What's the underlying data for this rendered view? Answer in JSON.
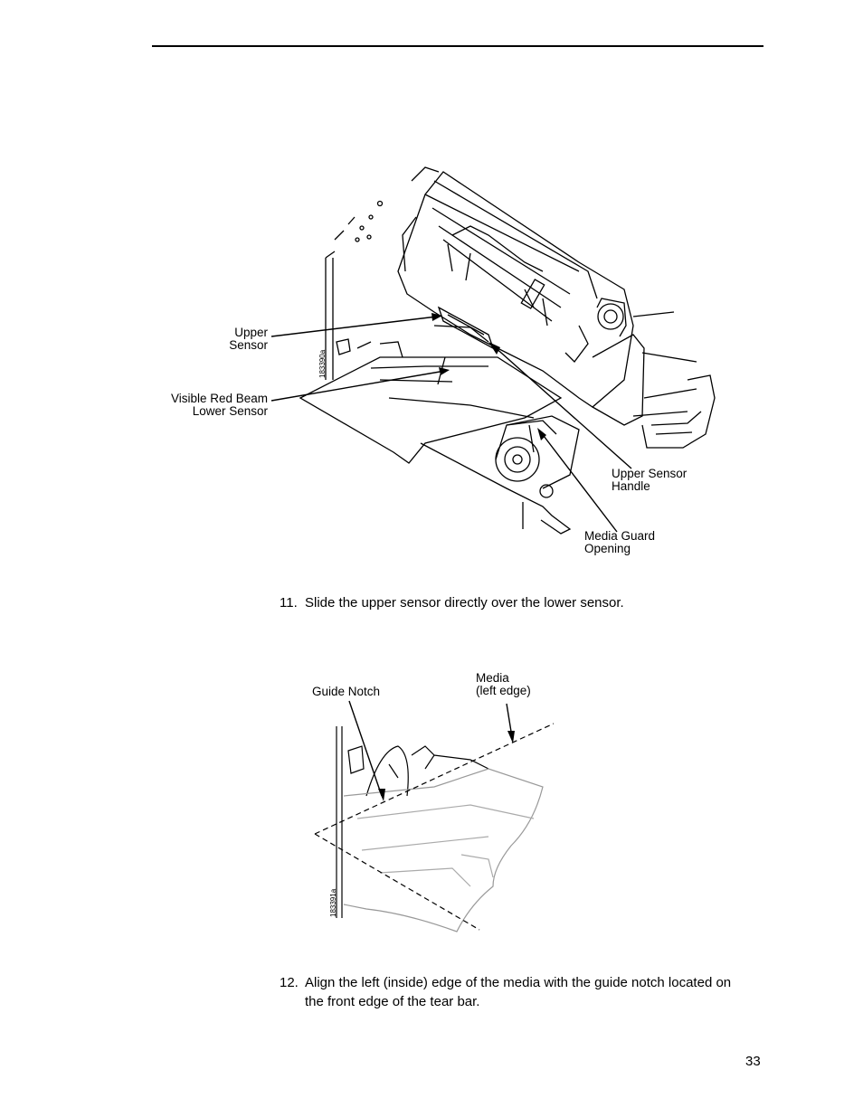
{
  "figure1": {
    "id": "183390a",
    "callouts": {
      "upper_sensor": [
        "Upper",
        "Sensor"
      ],
      "visible_red_beam": [
        "Visible Red Beam",
        "Lower Sensor"
      ],
      "upper_sensor_handle": [
        "Upper Sensor",
        "Handle"
      ],
      "media_guard_opening": [
        "Media Guard",
        "Opening"
      ]
    }
  },
  "step11": {
    "number": "11.",
    "text": "Slide the upper sensor directly over the lower sensor."
  },
  "figure2": {
    "id": "183391a",
    "callouts": {
      "guide_notch": "Guide Notch",
      "media_left_edge": [
        "Media",
        "(left edge)"
      ]
    }
  },
  "step12": {
    "number": "12.",
    "lines": [
      "Align the left (inside) edge of the media with the guide notch located on",
      "the front edge of the tear bar."
    ]
  },
  "page_number": "33"
}
